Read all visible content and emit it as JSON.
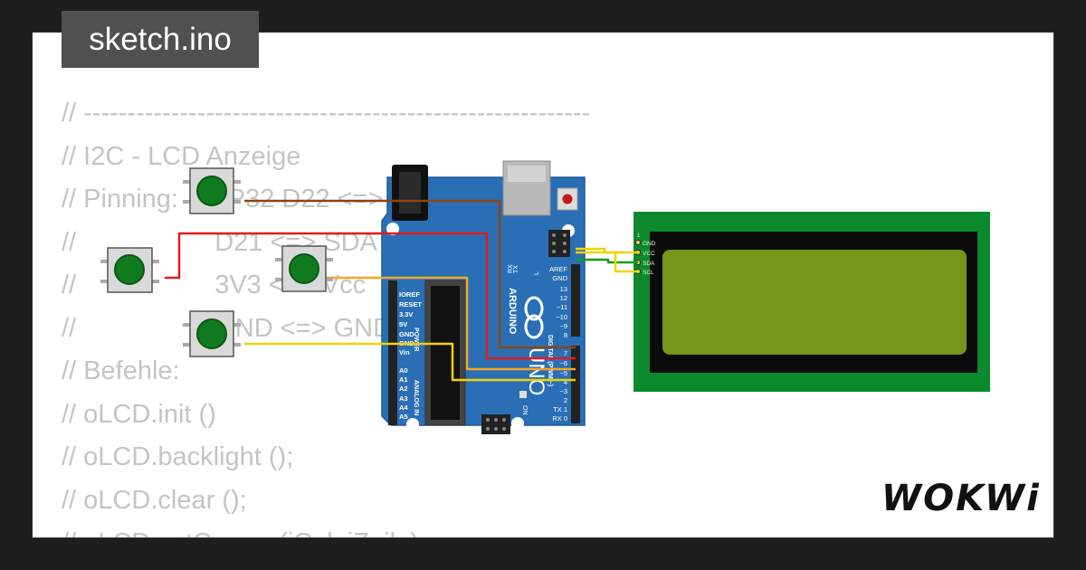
{
  "tab": {
    "title": "sketch.ino"
  },
  "code_lines": [
    "// ----------------------------------------------------------",
    "// I2C - LCD Anzeige",
    "// Pinning:  ESP32 D22 <=> SCL",
    "//                   D21 <=> SDA",
    "//                   3V3 <=> Vcc",
    "//                   GND <=> GND",
    "// Befehle:",
    "// oLCD.init ()",
    "// oLCD.backlight ();",
    "// oLCD.clear ();",
    "// oLCD.setCursor (iCol, iZeile);"
  ],
  "arduino": {
    "brand": "ARDUINO",
    "model": "UNO",
    "power_header": [
      "IOREF",
      "RESET",
      "3.3V",
      "5V",
      "GND",
      "GND",
      "Vin"
    ],
    "analog_header": [
      "A0",
      "A1",
      "A2",
      "A3",
      "A4",
      "A5"
    ],
    "digital_top": [
      "AREF",
      "GND",
      "13",
      "12",
      "~11",
      "~10",
      "~9",
      "8"
    ],
    "digital_bottom": [
      "7",
      "~6",
      "~5",
      "4",
      "~3",
      "2",
      "TX 1",
      "RX 0"
    ],
    "label_power": "POWER",
    "label_analog": "ANALOG IN",
    "label_digital": "DIGITAL (PWM ~)",
    "label_tx": "TX",
    "label_rx": "RX",
    "label_l": "L",
    "label_on": "ON"
  },
  "lcd": {
    "pins": [
      "GND",
      "VCC",
      "SDA",
      "SCL"
    ],
    "pin_number": "1",
    "screen_color": "#76951b",
    "pcb_color": "#0a8a2c"
  },
  "wire_colors": {
    "brown": "#8b4513",
    "red": "#e21b1b",
    "orange": "#f5a623",
    "yellow": "#f2d200",
    "green": "#1a9b1a"
  },
  "logo": {
    "text": "WOKWi"
  }
}
